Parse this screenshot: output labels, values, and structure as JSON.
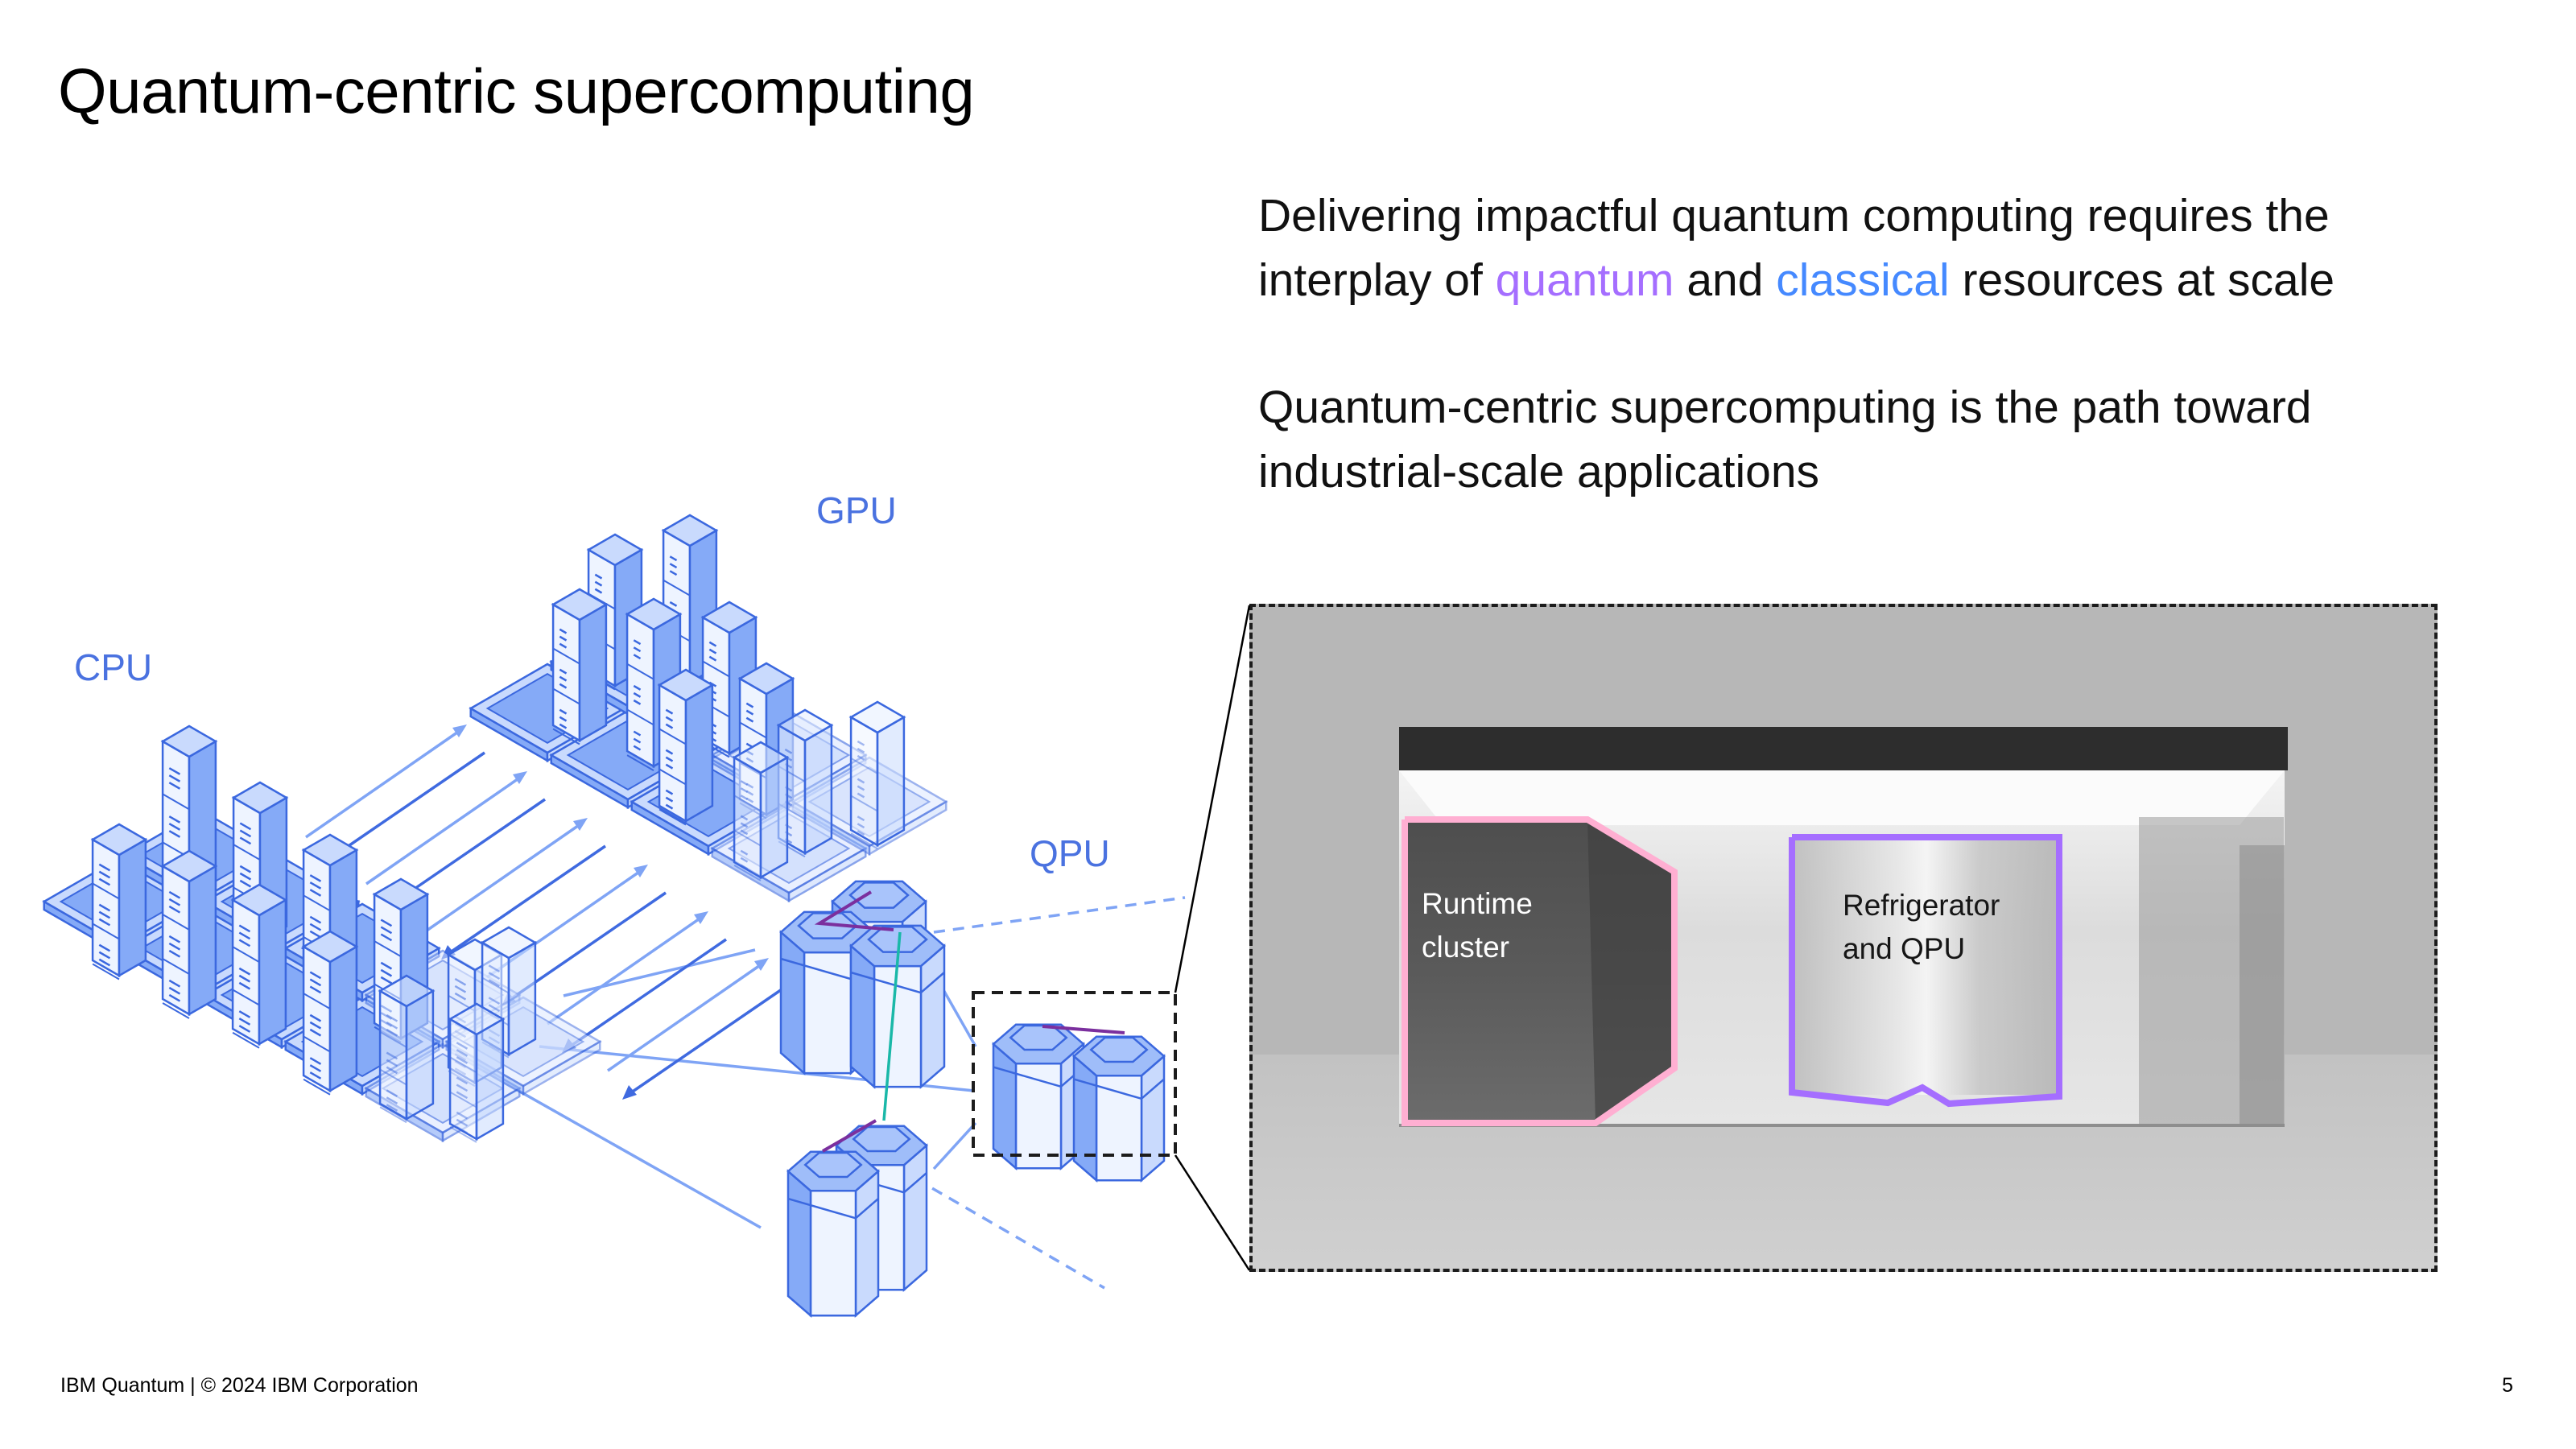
{
  "slide": {
    "title": "Quantum-centric supercomputing",
    "page_number": "5"
  },
  "body": {
    "paragraph_1": {
      "line_1": "Delivering impactful quantum computing requires the",
      "line_2_prefix": "interplay of ",
      "highlight_quantum": "quantum",
      "line_2_middle": " and ",
      "highlight_classical": "classical",
      "line_2_suffix": " resources at scale"
    },
    "paragraph_2": {
      "line_1": "Quantum-centric supercomputing is the path toward",
      "line_2": "industrial-scale applications"
    }
  },
  "diagram": {
    "labels": {
      "cpu": "CPU",
      "gpu": "GPU",
      "qpu": "QPU"
    },
    "icons": [
      "cpu-rack-cluster-icon",
      "gpu-rack-cluster-icon",
      "qpu-refrigerator-icon",
      "bidirectional-arrow-icon"
    ]
  },
  "photo": {
    "runtime_label_line1": "Runtime",
    "runtime_label_line2": "cluster",
    "fridge_label_line1": "Refrigerator",
    "fridge_label_line2": "and QPU"
  },
  "footer": {
    "text": "IBM Quantum | © 2024 IBM Corporation"
  },
  "colors": {
    "quantum_highlight": "#a56eff",
    "classical_highlight": "#4589ff",
    "diagram_label": "#4a72e0",
    "runtime_outline": "#ffafd2",
    "fridge_outline": "#a56eff"
  }
}
